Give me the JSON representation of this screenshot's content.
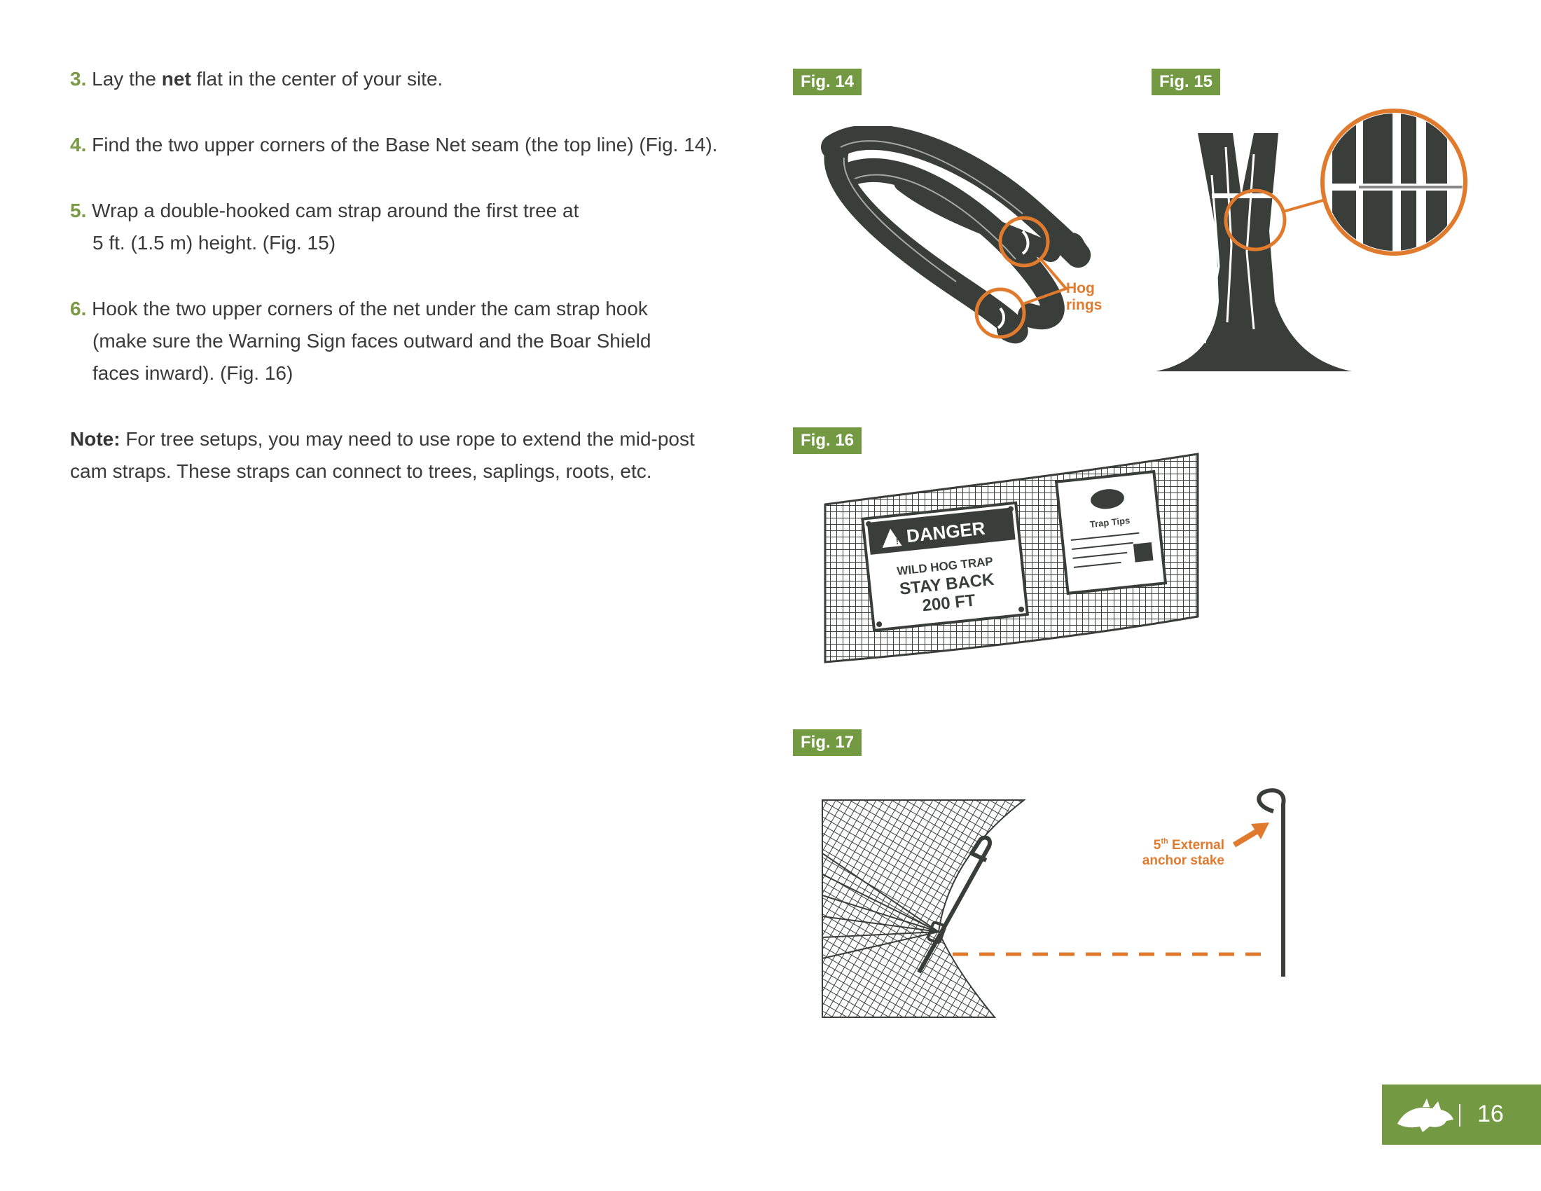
{
  "steps": [
    {
      "num": "3.",
      "pre": "Lay the ",
      "bold": "net",
      "post": " flat in the center of your site."
    },
    {
      "num": "4.",
      "text": "Find the two upper corners of the Base Net seam (the top line) (Fig. 14)."
    },
    {
      "num": "5.",
      "text": "Wrap a double-hooked cam strap around the first tree at",
      "line2": "5 ft. (1.5 m) height. (Fig. 15)"
    },
    {
      "num": "6.",
      "text": " Hook the two upper corners of the net under the cam strap hook",
      "line2": "(make sure the Warning Sign faces outward and the Boar Shield",
      "line3": "faces inward). (Fig. 16)"
    }
  ],
  "note": {
    "label": "Note:",
    "text": " For tree setups, you may need to use rope to extend the mid-post",
    "line2": "cam straps. These straps can connect to trees, saplings, roots, etc."
  },
  "figures": {
    "fig14": {
      "label": "Fig. 14",
      "callout_line1": "Hog",
      "callout_line2": "rings"
    },
    "fig15": {
      "label": "Fig. 15"
    },
    "fig16": {
      "label": "Fig. 16",
      "danger_title": "DANGER",
      "danger_line1": "WILD HOG TRAP",
      "danger_line2": "STAY BACK",
      "danger_line3": "200 FT",
      "tips_title": "Trap Tips"
    },
    "fig17": {
      "label": "Fig. 17",
      "callout_ordinal": "5",
      "callout_sup": "th",
      "callout_line1": " External",
      "callout_line2": "anchor stake"
    }
  },
  "page_number": "16",
  "colors": {
    "green": "#739a42",
    "orange": "#e07b2e",
    "ink": "#3a3e3b"
  },
  "icons": [
    "boar-logo-icon",
    "warning-triangle-icon"
  ]
}
